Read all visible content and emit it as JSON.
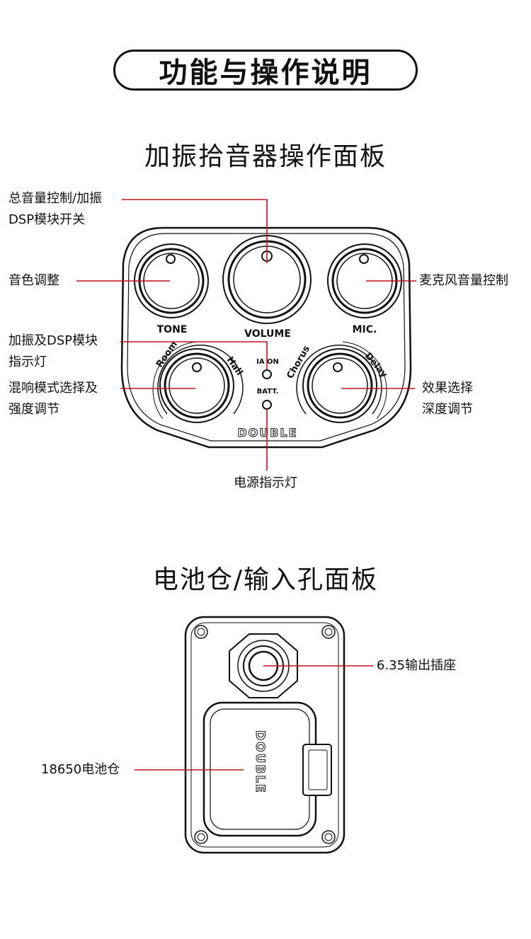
{
  "header": {
    "title": "功能与操作说明"
  },
  "section1": {
    "title": "加振拾音器操作面板",
    "labels": {
      "volume_line1": "总音量控制/加振",
      "volume_line2": "DSP模块开关",
      "tone": "音色调整",
      "mic": "麦克风音量控制",
      "indicator_line1": "加振及DSP模块",
      "indicator_line2": "指示灯",
      "reverb_line1": "混响模式选择及",
      "reverb_line2": "强度调节",
      "effect_line1": "效果选择",
      "effect_line2": "深度调节",
      "power": "电源指示灯"
    },
    "panel": {
      "tone": "TONE",
      "volume": "VOLUME",
      "mic": "MIC.",
      "room": "Room",
      "hall": "Hall",
      "ia_on": "IA ON",
      "batt": "BATT.",
      "chorus": "Chorus",
      "delay": "Delay",
      "brand": "DOUBLE"
    }
  },
  "section2": {
    "title": "电池仓/输入孔面板",
    "labels": {
      "jack": "6.35输出插座",
      "battery": "18650电池仓"
    },
    "panel": {
      "brand": "DOUBLE"
    }
  },
  "colors": {
    "leader": "#c0141c",
    "line": "#111111"
  }
}
